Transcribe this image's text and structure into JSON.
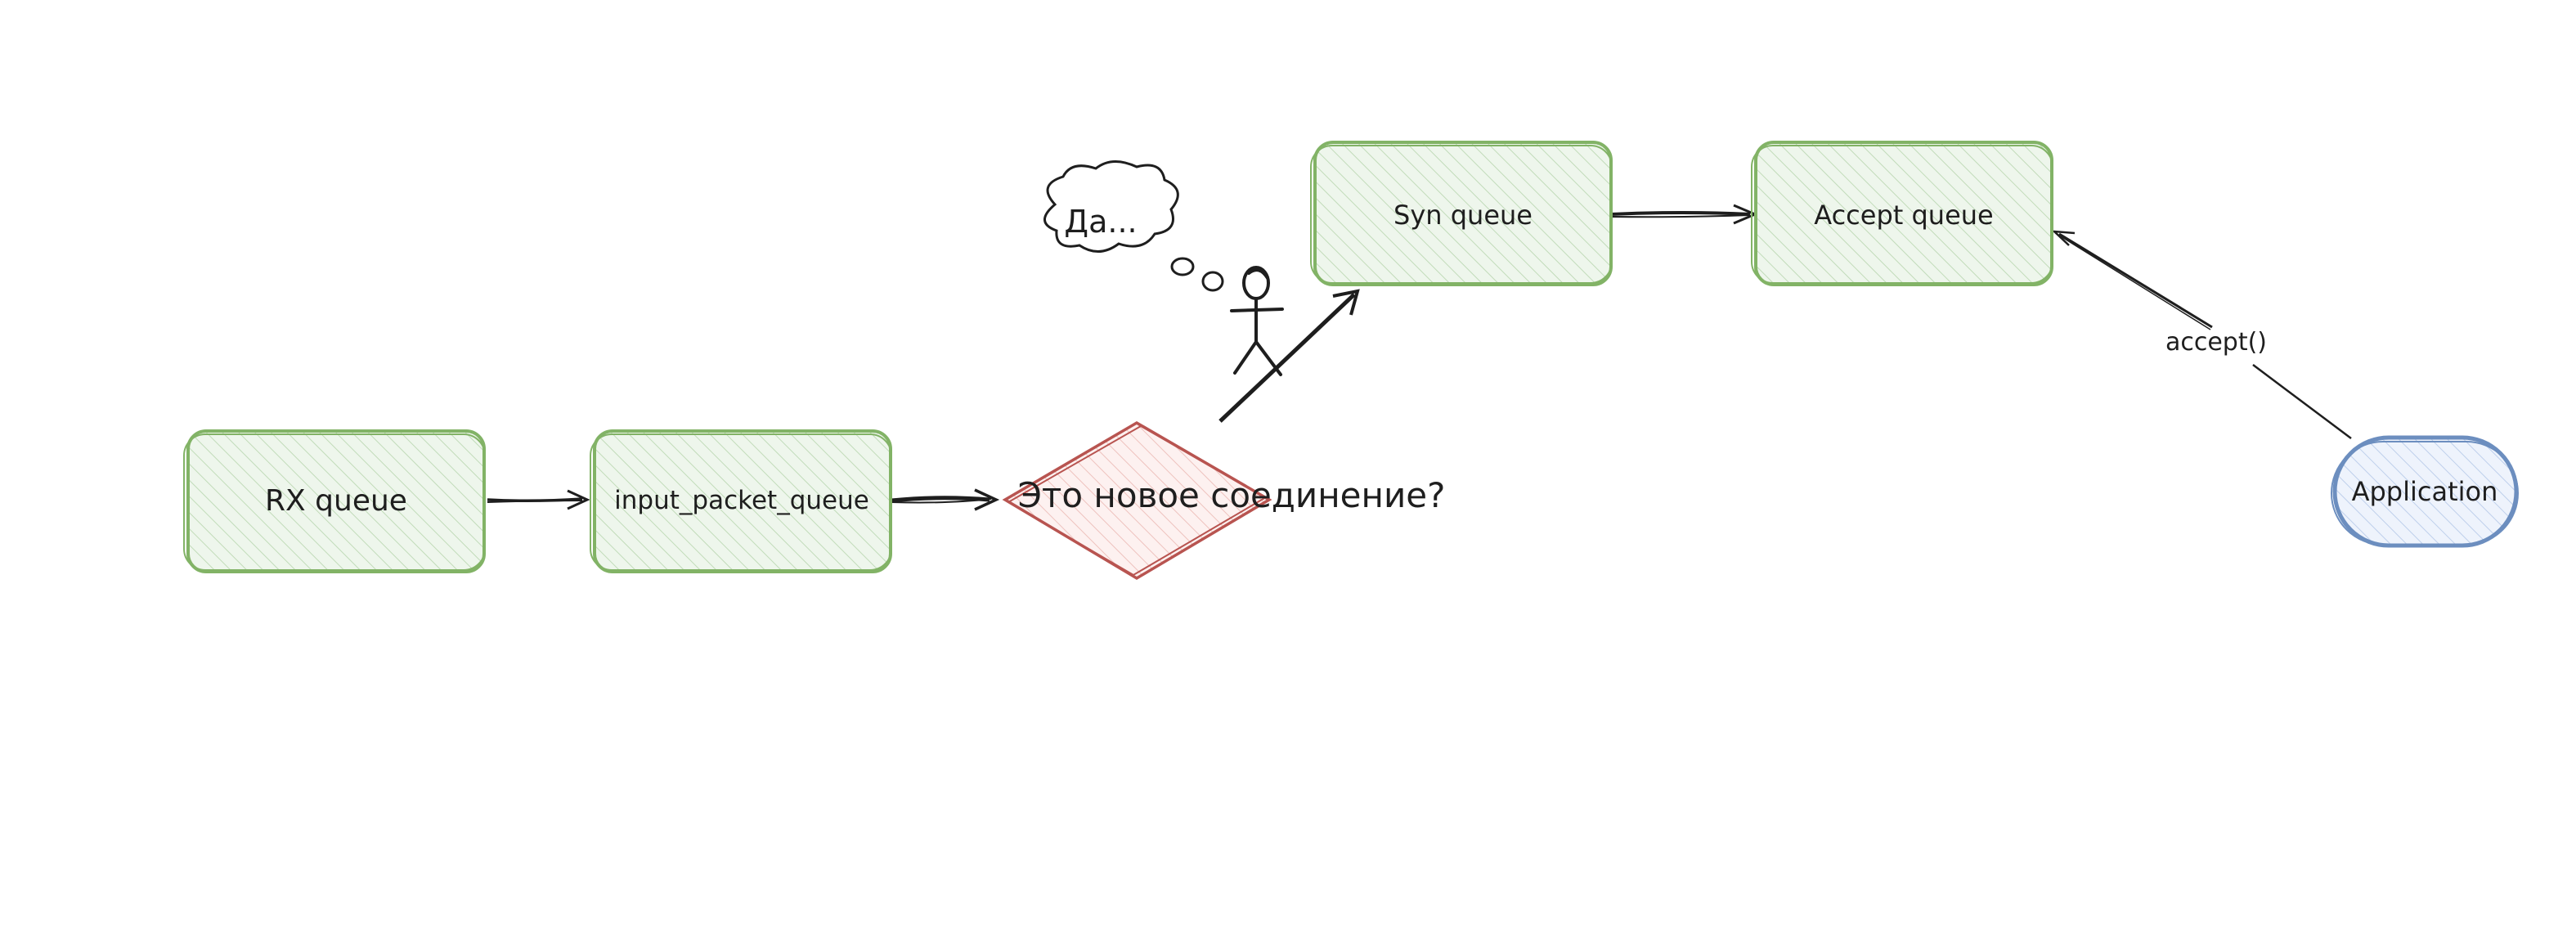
{
  "diagram": {
    "nodes": {
      "rx_queue": {
        "label": "RX queue",
        "shape": "rounded-rect",
        "fill": "#d5e8d4",
        "stroke": "#82b366"
      },
      "input_packet_queue": {
        "label": "input_packet_queue",
        "shape": "rounded-rect",
        "fill": "#d5e8d4",
        "stroke": "#82b366"
      },
      "new_connection": {
        "label": "Это новое соединение?",
        "shape": "diamond",
        "fill": "#f8cecc",
        "stroke": "#b85450"
      },
      "syn_queue": {
        "label": "Syn queue",
        "shape": "rounded-rect",
        "fill": "#d5e8d4",
        "stroke": "#82b366"
      },
      "accept_queue": {
        "label": "Accept queue",
        "shape": "rounded-rect",
        "fill": "#d5e8d4",
        "stroke": "#82b366"
      },
      "application": {
        "label": "Application",
        "shape": "ellipse",
        "fill": "#dae8fc",
        "stroke": "#6c8ebf"
      }
    },
    "thought_bubble": {
      "label": "Да..."
    },
    "stick_figure": {
      "icon": "stick-figure-icon"
    },
    "edges": [
      {
        "from": "RX queue",
        "to": "input_packet_queue"
      },
      {
        "from": "input_packet_queue",
        "to": "Это новое соединение?"
      },
      {
        "from": "Это новое соединение?",
        "to": "Syn queue"
      },
      {
        "from": "Syn queue",
        "to": "Accept queue"
      },
      {
        "from": "Application",
        "to": "Accept queue",
        "label": "accept()"
      }
    ]
  }
}
